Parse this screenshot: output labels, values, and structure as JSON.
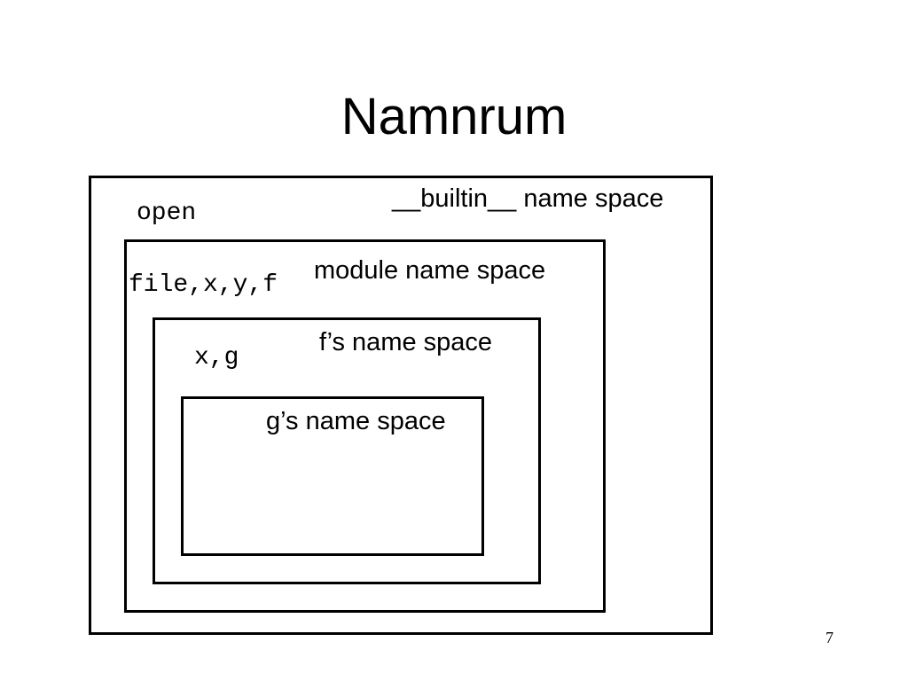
{
  "slide": {
    "title": "Namnrum",
    "page_number": "7"
  },
  "diagram": {
    "builtin": {
      "label": "__builtin__ name space",
      "names": "open"
    },
    "module": {
      "label": "module name space",
      "names": "file,x,y,f"
    },
    "f_scope": {
      "label": "f’s name space",
      "names": "x,g"
    },
    "g_scope": {
      "label": "g’s name space"
    }
  }
}
